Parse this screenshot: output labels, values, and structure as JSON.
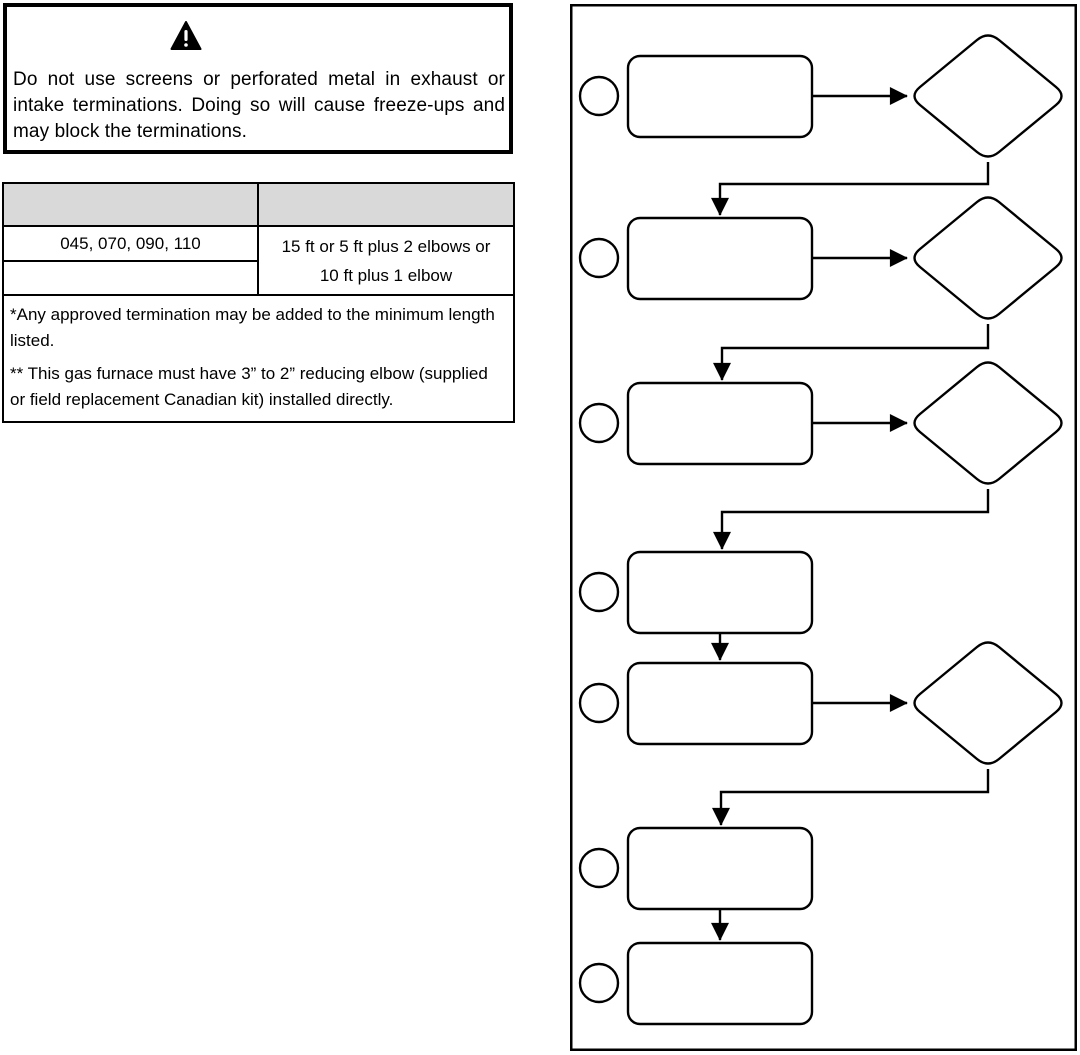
{
  "page": {
    "background": "#ffffff",
    "ink": "#000000"
  },
  "warning_box": {
    "icon": "warning-triangle-icon",
    "text": "Do not use screens or perforated metal in exhaust or intake terminations. Doing so will cause freeze-ups and may block the terminations."
  },
  "vent_table": {
    "header_bg": "#d9d9d9",
    "header": {
      "col1": "",
      "col2": ""
    },
    "model_row": {
      "models": "045, 070, 090, 110",
      "min_vent_length": "15 ft or 5 ft plus 2 elbows or\n10 ft plus 1 elbow"
    },
    "empty_row": {
      "col1": ""
    },
    "footnotes": [
      "*Any approved termination may be added to the minimum length listed.",
      "** This gas furnace must have 3” to 2” reducing elbow (supplied or field replacement Canadian kit) installed directly."
    ]
  },
  "flowchart": {
    "description": "vertical sequence of 7 unlabeled process steps, each marked with a circle; steps 1, 2, 3 and 5 branch right to unlabeled decision diamonds whose outputs loop down into the next step",
    "steps": [
      {
        "id": 1,
        "start_marker": "circle",
        "shape": "process-box",
        "has_decision": true
      },
      {
        "id": 2,
        "start_marker": "circle",
        "shape": "process-box",
        "has_decision": true
      },
      {
        "id": 3,
        "start_marker": "circle",
        "shape": "process-box",
        "has_decision": true
      },
      {
        "id": 4,
        "start_marker": "circle",
        "shape": "process-box",
        "has_decision": false
      },
      {
        "id": 5,
        "start_marker": "circle",
        "shape": "process-box",
        "has_decision": true
      },
      {
        "id": 6,
        "start_marker": "circle",
        "shape": "process-box",
        "has_decision": false
      },
      {
        "id": 7,
        "start_marker": "circle",
        "shape": "process-box",
        "has_decision": false
      }
    ]
  }
}
